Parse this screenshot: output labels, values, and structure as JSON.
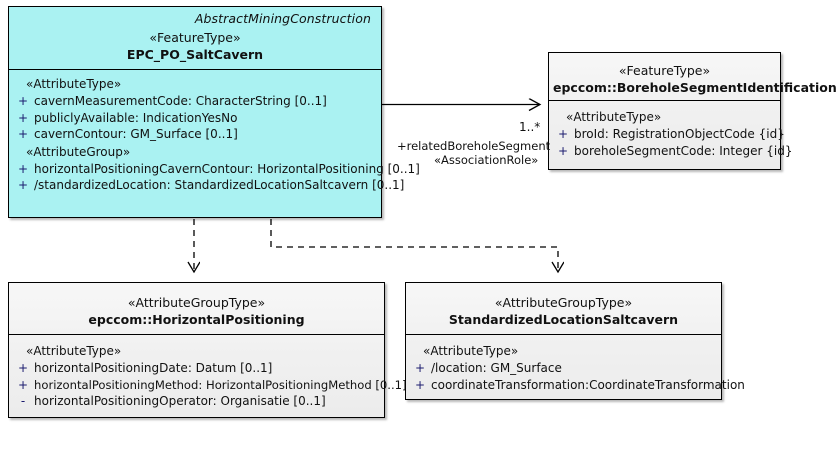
{
  "diagram": {
    "title": "AbstractMiningConstruction",
    "classes": [
      {
        "id": "saltcavern",
        "package_tag": "AbstractMiningConstruction",
        "stereotype": "«FeatureType»",
        "name": "EPC_PO_SaltCavern",
        "fill": "#aaf2f2",
        "groups": [
          {
            "label": "«AttributeType»",
            "attributes": [
              {
                "visibility": "+",
                "text": "cavernMeasurementCode: CharacterString [0..1]"
              },
              {
                "visibility": "+",
                "text": "publiclyAvailable: IndicationYesNo"
              },
              {
                "visibility": "+",
                "text": "cavernContour: GM_Surface [0..1]"
              }
            ]
          },
          {
            "label": "«AttributeGroup»",
            "attributes": [
              {
                "visibility": "+",
                "text": "horizontalPositioningCavernContour: HorizontalPositioning [0..1]"
              },
              {
                "visibility": "+",
                "text": "/standardizedLocation: StandardizedLocationSaltcavern [0..1]"
              }
            ]
          }
        ]
      },
      {
        "id": "boreholesegment",
        "package_tag": "",
        "stereotype": "«FeatureType»",
        "name": "epccom::BoreholeSegmentIdentification",
        "fill": "#f2f2f2",
        "groups": [
          {
            "label": "«AttributeType»",
            "attributes": [
              {
                "visibility": "+",
                "text": "broId: RegistrationObjectCode {id}"
              },
              {
                "visibility": "+",
                "text": "boreholeSegmentCode: Integer {id}"
              }
            ]
          }
        ]
      },
      {
        "id": "horizontalpositioning",
        "package_tag": "",
        "stereotype": "«AttributeGroupType»",
        "name": "epccom::HorizontalPositioning",
        "fill": "#f2f2f2",
        "groups": [
          {
            "label": "«AttributeType»",
            "attributes": [
              {
                "visibility": "+",
                "text": "horizontalPositioningDate: Datum [0..1]"
              },
              {
                "visibility": "+",
                "text": "horizontalPositioningMethod: HorizontalPositioningMethod [0..1]"
              },
              {
                "visibility": "-",
                "text": "horizontalPositioningOperator: Organisatie [0..1]"
              }
            ]
          }
        ]
      },
      {
        "id": "standardizedlocation",
        "package_tag": "",
        "stereotype": "«AttributeGroupType»",
        "name": "StandardizedLocationSaltcavern",
        "fill": "#f2f2f2",
        "groups": [
          {
            "label": "«AttributeType»",
            "attributes": [
              {
                "visibility": "+",
                "text": "/location: GM_Surface"
              },
              {
                "visibility": "+",
                "text": "coordinateTransformation:CoordinateTransformation"
              }
            ]
          }
        ]
      }
    ],
    "associations": [
      {
        "id": "related-borehole-segment",
        "multiplicity": "1..*",
        "role": "+relatedBoreholeSegment",
        "stereotype": "«AssociationRole»"
      }
    ],
    "colors": {
      "cyan_fill": "#aaf2f2",
      "grey_fill": "#f2f2f2",
      "line": "#000000",
      "visibility": "#1a1a6e"
    }
  }
}
